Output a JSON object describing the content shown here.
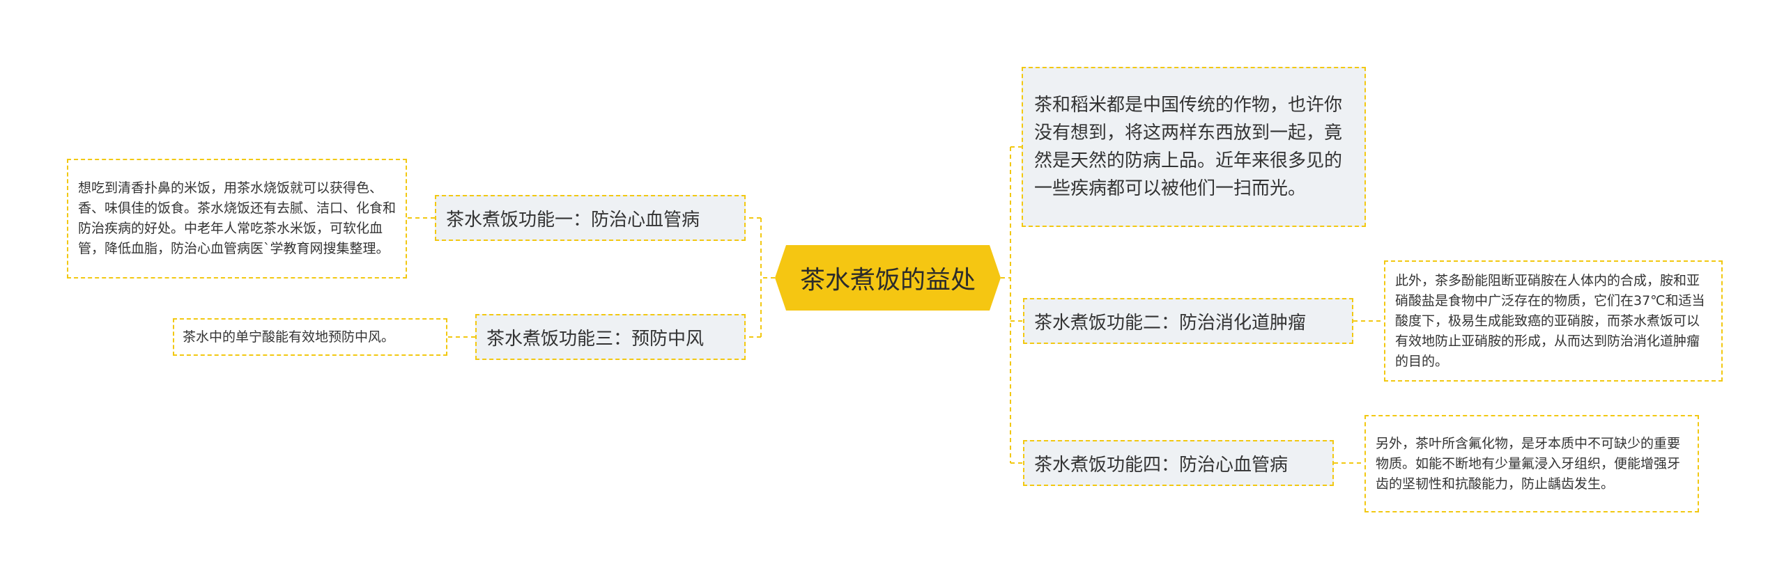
{
  "root": {
    "title": "茶水煮饭的益处"
  },
  "right": {
    "intro": "茶和稻米都是中国传统的作物，也许你没有想到，将这两样东西放到一起，竟然是天然的防病上品。近年来很多见的一些疾病都可以被他们一扫而光。",
    "b2": {
      "label": "茶水煮饭功能二：防治消化道肿瘤",
      "detail": "此外，茶多酚能阻断亚硝胺在人体内的合成，胺和亚硝酸盐是食物中广泛存在的物质，它们在37℃和适当酸度下，极易生成能致癌的亚硝胺，而茶水煮饭可以有效地防止亚硝胺的形成，从而达到防治消化道肿瘤的目的。"
    },
    "b4": {
      "label": "茶水煮饭功能四：防治心血管病",
      "detail": "另外，茶叶所含氟化物，是牙本质中不可缺少的重要物质。如能不断地有少量氟浸入牙组织，便能增强牙齿的坚韧性和抗酸能力，防止龋齿发生。"
    }
  },
  "left": {
    "b1": {
      "label": "茶水煮饭功能一：防治心血管病",
      "detail": "想吃到清香扑鼻的米饭，用茶水烧饭就可以获得色、香、味俱佳的饭食。茶水烧饭还有去腻、洁口、化食和防治疾病的好处。中老年人常吃茶水米饭，可软化血管，降低血脂，防治心血管病医`学教育网搜集整理。"
    },
    "b3": {
      "label": "茶水煮饭功能三：预防中风",
      "detail": "茶水中的单宁酸能有效地预防中风。"
    }
  },
  "colors": {
    "root": "#f5c612",
    "line": "#f2c811",
    "branch_bg": "#eef1f4",
    "text": "#333333"
  }
}
